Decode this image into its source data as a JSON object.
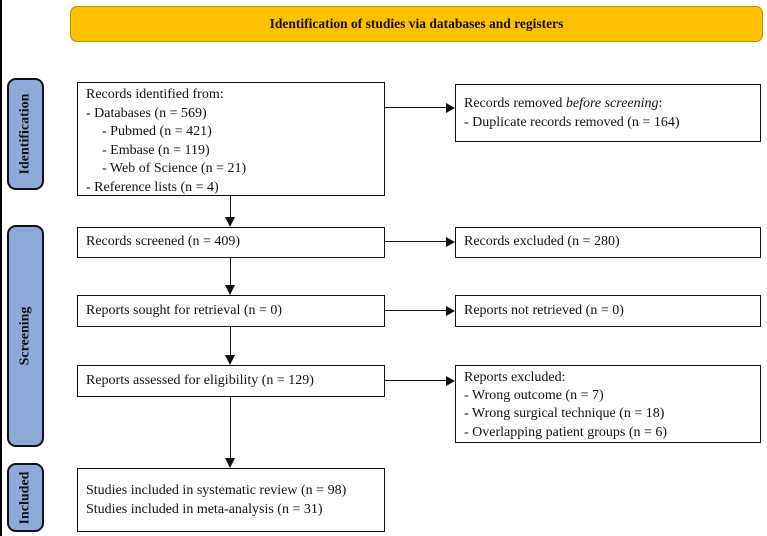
{
  "banner": {
    "title": "Identification of studies via databases and registers",
    "bg_color": "#FFC000",
    "border_color": "#BF9000"
  },
  "sidebar": {
    "fill_color": "#8EAADB",
    "stages": [
      {
        "label": "Identification"
      },
      {
        "label": "Screening"
      },
      {
        "label": "Included"
      }
    ]
  },
  "flow": {
    "records_identified": {
      "lines": [
        "Records identified from:",
        "- Databases (n = 569)",
        "- Pubmed (n = 421)",
        "- Embase (n = 119)",
        "- Web of Science (n = 21)",
        "- Reference lists (n = 4)"
      ]
    },
    "records_removed": {
      "prefix": "Records removed ",
      "emphasis": "before screening",
      "suffix": ":",
      "lines": [
        "- Duplicate records removed (n = 164)"
      ]
    },
    "records_screened": {
      "text": "Records screened (n = 409)"
    },
    "records_excluded": {
      "text": "Records excluded (n = 280)"
    },
    "reports_sought": {
      "text": "Reports sought for retrieval (n = 0)"
    },
    "reports_not_retrieved": {
      "text": "Reports not retrieved (n = 0)"
    },
    "reports_assessed": {
      "text": "Reports assessed for eligibility (n = 129)"
    },
    "reports_excluded": {
      "lines": [
        "Reports excluded:",
        "- Wrong outcome (n = 7)",
        "- Wrong surgical technique (n = 18)",
        "- Overlapping patient groups (n = 6)"
      ]
    },
    "studies_included": {
      "lines": [
        "Studies included in systematic review (n = 98)",
        "Studies included in meta-analysis (n = 31)"
      ]
    }
  }
}
